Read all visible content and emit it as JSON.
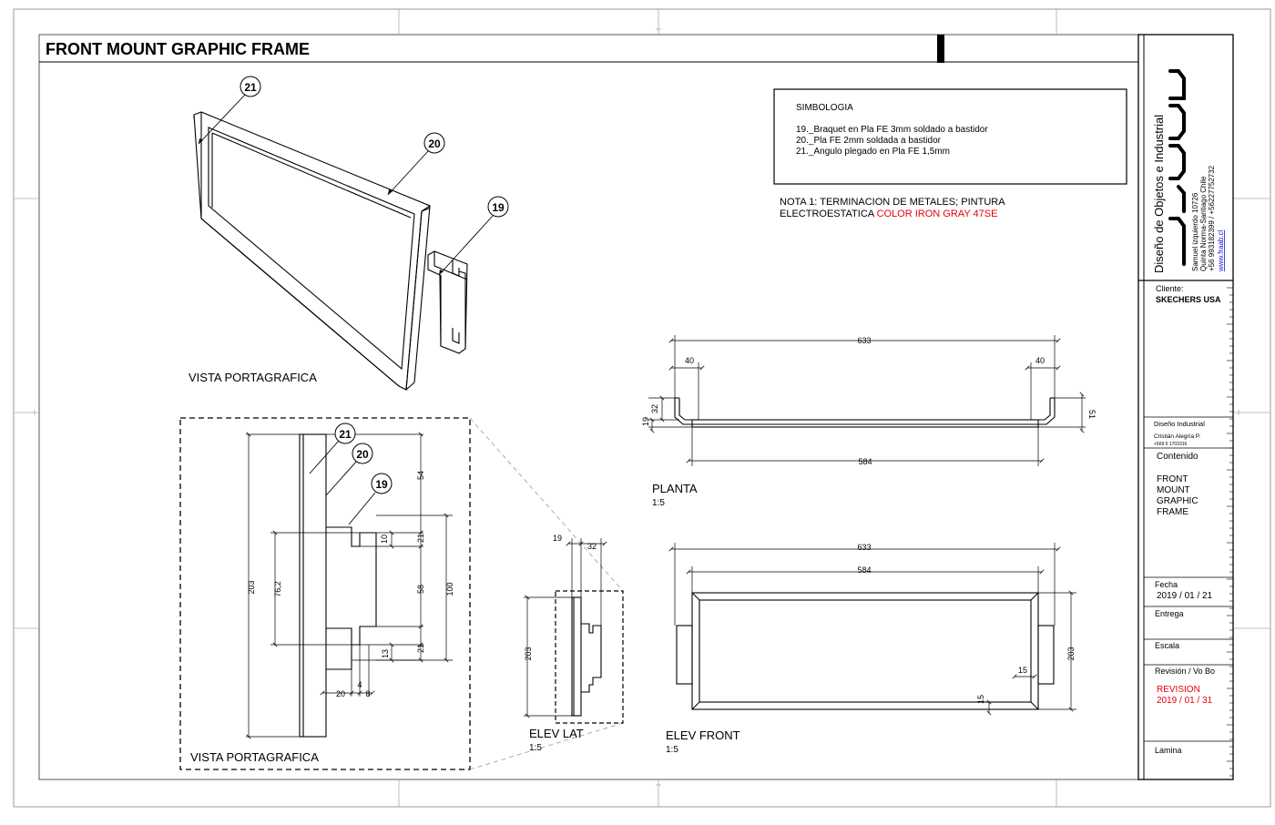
{
  "title": "FRONT MOUNT GRAPHIC FRAME",
  "legend": {
    "heading": "SIMBOLOGIA",
    "items": [
      "19._Braquet en Pla FE 3mm soldado a bastidor",
      "20._Pla FE 2mm soldada a bastidor",
      "21._Angulo plegado en Pla FE 1,5mm"
    ]
  },
  "note": {
    "line1": "NOTA 1: TERMINACION  DE METALES; PINTURA",
    "line2_prefix": "ELECTROESTATICA ",
    "line2_color": "COLOR IRON GRAY 47SE",
    "color_hex": "#e8000b"
  },
  "callouts": {
    "c19": "19",
    "c20": "20",
    "c21": "21"
  },
  "views": {
    "iso_label": "VISTA PORTAGRAFICA",
    "detail_label": "VISTA PORTAGRAFICA",
    "planta": {
      "name": "PLANTA",
      "scale": "1:5"
    },
    "elev_lat": {
      "name": "ELEV LAT",
      "scale": "1:5"
    },
    "elev_front": {
      "name": "ELEV FRONT",
      "scale": "1:5"
    }
  },
  "dims": {
    "planta": {
      "total": "633",
      "left": "40",
      "right": "40",
      "h32": "32",
      "h19": "19",
      "h51": "51",
      "inner": "584"
    },
    "detail": {
      "d203": "203",
      "d76": "76,2",
      "d54": "54",
      "d21a": "21",
      "d10": "10",
      "d58": "58",
      "d100": "100",
      "d21b": "21",
      "d13": "13",
      "d4": "4",
      "d20": "20",
      "d8": "8"
    },
    "lat": {
      "d19": "19",
      "d32": "32",
      "d203": "203"
    },
    "front": {
      "total": "633",
      "inner": "584",
      "h203": "203",
      "d15a": "15",
      "d15b": "15"
    }
  },
  "titleblock": {
    "company": "Diseño de Objetos e Industrial",
    "logo": "FRAAB",
    "address1": "Samuel izquierdo 10726",
    "address2": "Quinta Norma-Santiago Chile",
    "phone": "+56 993182399   /   +56227752732",
    "web": "www.fraab.cl",
    "cliente_label": "Cliente:",
    "cliente": "SKECHERS USA",
    "designer_label": "Diseño Industrial",
    "designer": "Cristián Alegría P.",
    "designer_phone": "+569 6 1703316",
    "contenido_label": "Contenido",
    "contenido": [
      "FRONT",
      "MOUNT",
      "GRAPHIC",
      "FRAME"
    ],
    "fecha_label": "Fecha",
    "fecha": "2019 / 01 / 21",
    "entrega_label": "Entrega",
    "escala_label": "Escala",
    "revision_label": "Revisión  / Vo Bo",
    "revision": "REVISION",
    "revision_date": "2019 / 01 / 31",
    "lamina_label": "Lamina",
    "accent": "#e8000b"
  }
}
